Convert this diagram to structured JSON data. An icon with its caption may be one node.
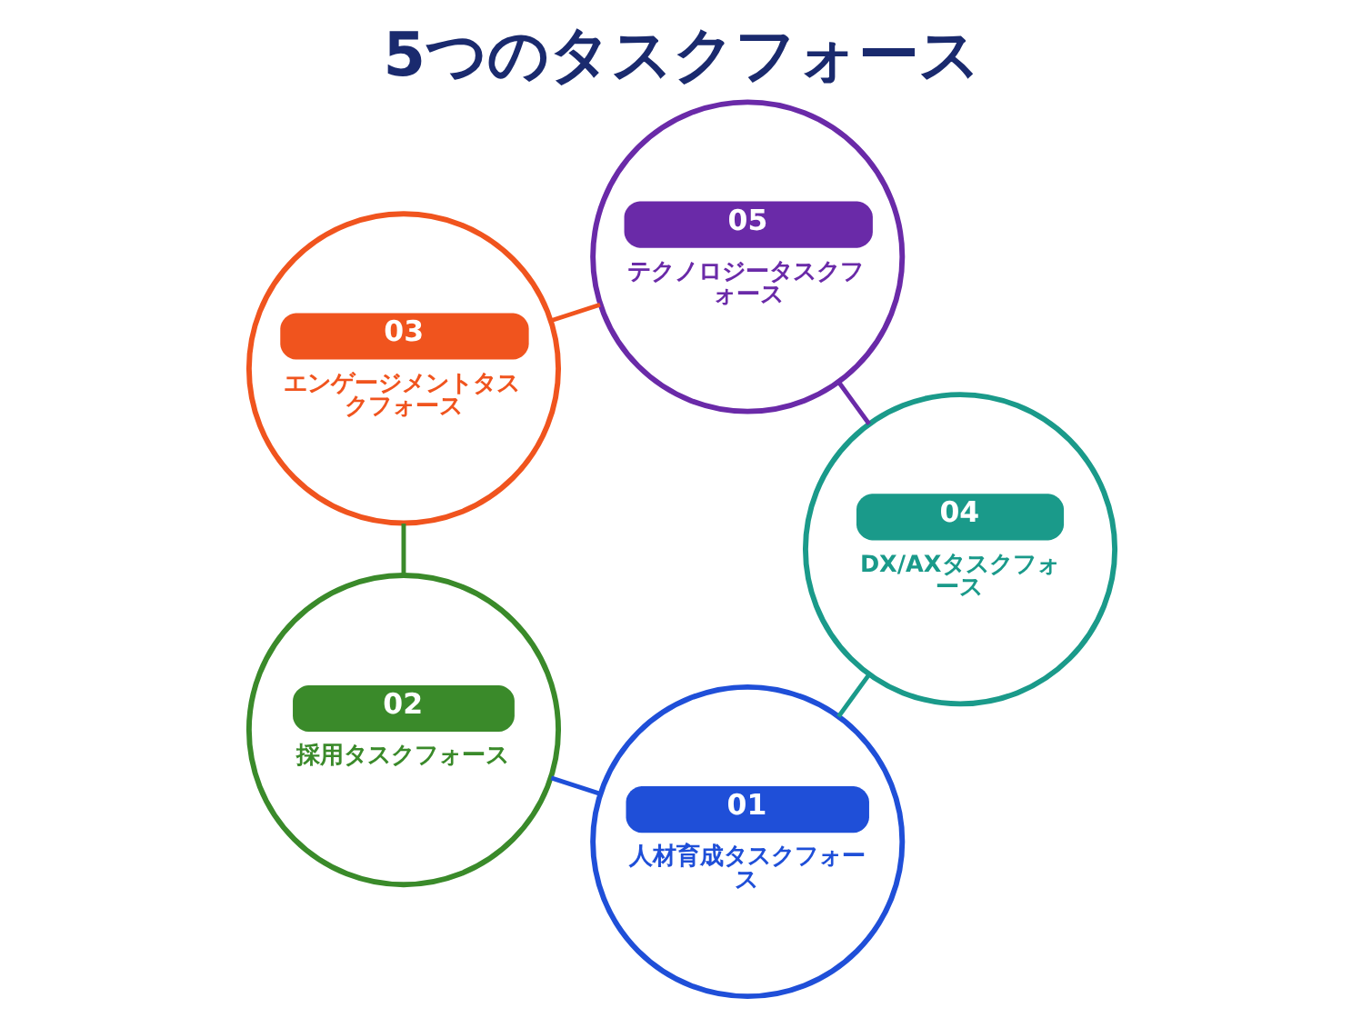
{
  "diagram": {
    "title": "5つのタスクフォース",
    "nodes": [
      {
        "text": [
          "01",
          "人材育成タスクフォース"
        ]
      },
      {
        "text": [
          "02",
          "採用タスクフォース"
        ]
      },
      {
        "text": [
          "03",
          "エンゲージメントタスクフォース"
        ]
      },
      {
        "text": [
          "04",
          "DX/AXタスクフォース"
        ]
      },
      {
        "text": [
          "05",
          "テクノロジータスクフォース"
        ]
      }
    ],
    "edges": [
      {
        "from": 0,
        "to": 1,
        "arrow": "none",
        "color": "#1f4fd8"
      },
      {
        "from": 1,
        "to": 2,
        "arrow": "none",
        "color": "#3a8a2a"
      },
      {
        "from": 2,
        "to": 4,
        "arrow": "none",
        "color": "#f0541e"
      },
      {
        "from": 4,
        "to": 3,
        "arrow": "none",
        "color": "#6a2aa8"
      },
      {
        "from": 3,
        "to": 0,
        "arrow": "none",
        "color": "#1a9a8a"
      }
    ]
  }
}
